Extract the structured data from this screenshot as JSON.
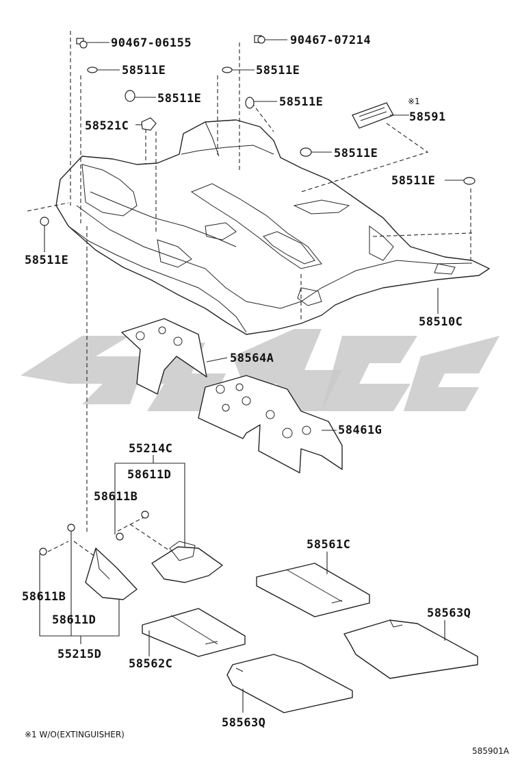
{
  "diagram": {
    "labels": {
      "bolt_a": "90467-06155",
      "bolt_b": "90467-07214",
      "clip_1": "58511E",
      "clip_2": "58511E",
      "clip_3": "58511E",
      "clip_4": "58511E",
      "clip_5": "58511E",
      "clip_6": "58511E",
      "bracket": "58521C",
      "note_marker": "※1",
      "cover": "58591",
      "carpet_main": "58510C",
      "silencer_a": "58564A",
      "silencer_b": "58461G",
      "footrest_assy": "55214C",
      "screw_1": "58611D",
      "screw_2": "58611B",
      "screw_3": "58611B",
      "screw_4": "58611D",
      "footrest_assy_2": "55215D",
      "mat_c": "58561C",
      "mat_q1": "58563Q",
      "mat_c2": "58562C",
      "mat_q2": "58563Q"
    },
    "footnote": "※1 W/O(EXTINGUISHER)",
    "figure_ref": "585901A"
  }
}
